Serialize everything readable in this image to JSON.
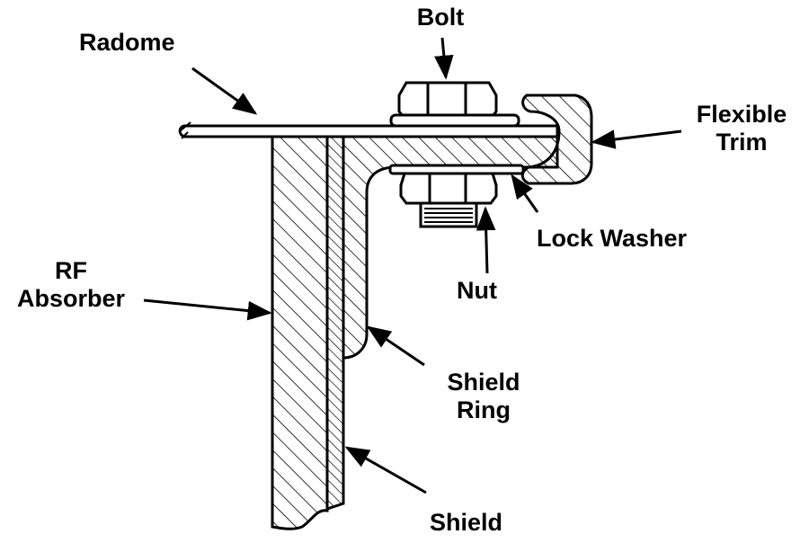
{
  "colors": {
    "ink": "#000000",
    "paper": "#ffffff"
  },
  "labels": {
    "bolt": "Bolt",
    "radome": "Radome",
    "flexible_trim_line1": "Flexible",
    "flexible_trim_line2": "Trim",
    "lock_washer": "Lock Washer",
    "nut": "Nut",
    "rf_absorber_line1": "RF",
    "rf_absorber_line2": "Absorber",
    "shield_ring_line1": "Shield",
    "shield_ring_line2": "Ring",
    "shield": "Shield"
  }
}
